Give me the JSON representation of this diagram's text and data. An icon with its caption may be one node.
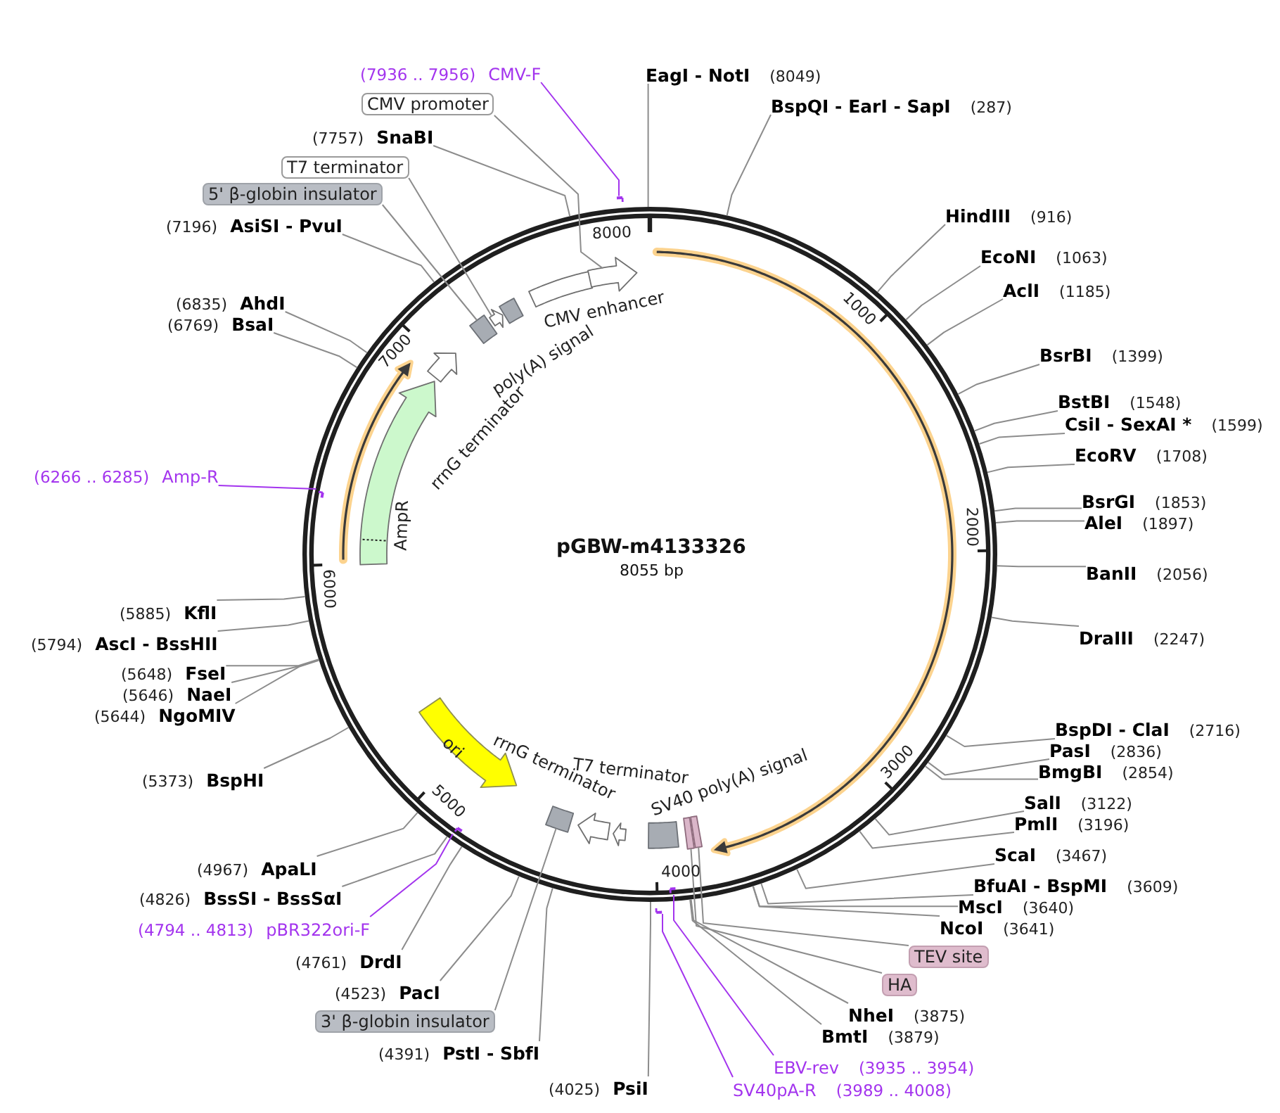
{
  "diagram": {
    "nodes": [
      {
        "text": [
          "pGBW-m4133326",
          "8055 bp"
        ]
      },
      {
        "text": [],
        "shape": "box",
        "in": 0
      },
      {
        "text": [],
        "shape": "box",
        "in": 0
      },
      {
        "text": [
          "SV40 poly(A) signal"
        ],
        "in": 0
      },
      {
        "text": [
          "T7 terminator"
        ],
        "in": 0
      },
      {
        "text": [
          "rrnG terminator"
        ],
        "in": 0
      },
      {
        "text": [],
        "shape": "box",
        "in": 0
      },
      {
        "text": [
          "ori"
        ],
        "in": 0
      },
      {
        "text": [
          "AmpR"
        ],
        "in": 0
      },
      {
        "text": [
          "rrnG terminator"
        ],
        "in": 0
      },
      {
        "text": [],
        "shape": "box",
        "in": 0
      },
      {
        "text": [],
        "shape": "arrow",
        "in": 0
      },
      {
        "text": [
          "poly(A) signal"
        ],
        "in": 0
      },
      {
        "text": [
          "CMV enhancer"
        ],
        "in": 0
      },
      {
        "text": [],
        "shape": "arrow",
        "in": 0
      },
      {
        "text": [],
        "shape": "bar",
        "in": 0
      },
      {
        "text": [],
        "shape": "bar",
        "in": 0
      },
      {
        "text": [],
        "shape": "bar",
        "in": 0
      },
      {
        "text": [],
        "shape": "bar"
      },
      {
        "text": [],
        "shape": "bar"
      },
      {
        "text": [
          "EagI - NotI",
          "(8049)"
        ]
      },
      {
        "text": [
          "BspQI - EarI - SapI",
          "(287)"
        ]
      },
      {
        "text": [
          "HindIII",
          "(916)"
        ]
      },
      {
        "text": [
          "EcoNI",
          "(1063)"
        ]
      },
      {
        "text": [
          "AclI",
          "(1185)"
        ]
      },
      {
        "text": [
          "BsrBI",
          "(1399)"
        ]
      },
      {
        "text": [
          "BstBI",
          "(1548)"
        ]
      },
      {
        "text": [
          "CsiI - SexAI *",
          "(1599)"
        ]
      },
      {
        "text": [
          "EcoRV",
          "(1708)"
        ]
      },
      {
        "text": [
          "BsrGI",
          "(1853)"
        ]
      },
      {
        "text": [
          "AleI",
          "(1897)"
        ]
      },
      {
        "text": [
          "BanII",
          "(2056)"
        ]
      },
      {
        "text": [
          "DraIII",
          "(2247)"
        ]
      },
      {
        "text": [
          "BspDI - ClaI",
          "(2716)"
        ]
      },
      {
        "text": [
          "PasI",
          "(2836)"
        ]
      },
      {
        "text": [
          "BmgBI",
          "(2854)"
        ]
      },
      {
        "text": [
          "SalI",
          "(3122)"
        ]
      },
      {
        "text": [
          "PmlI",
          "(3196)"
        ]
      },
      {
        "text": [
          "ScaI",
          "(3467)"
        ]
      },
      {
        "text": [
          "BfuAI - BspMI",
          "(3609)"
        ]
      },
      {
        "text": [
          "MscI",
          "(3640)"
        ]
      },
      {
        "text": [
          "NcoI",
          "(3641)"
        ]
      },
      {
        "text": [
          "TEV site"
        ]
      },
      {
        "text": [
          "HA"
        ]
      },
      {
        "text": [
          "NheI",
          "(3875)"
        ]
      },
      {
        "text": [
          "BmtI",
          "(3879)"
        ]
      },
      {
        "text": [
          "EBV-rev",
          "(3935 .. 3954)"
        ]
      },
      {
        "text": [
          "SV40pA-R",
          "(3989 .. 4008)"
        ]
      },
      {
        "text": [
          "(4025)",
          "PsiI"
        ]
      },
      {
        "text": [
          "(4391)",
          "PstI - SbfI"
        ]
      },
      {
        "text": [
          "3' β-globin insulator"
        ]
      },
      {
        "text": [
          "(4523)",
          "PacI"
        ]
      },
      {
        "text": [
          "(4761)",
          "DrdI"
        ]
      },
      {
        "text": [
          "(4794 .. 4813)",
          "pBR322ori-F"
        ]
      },
      {
        "text": [
          "(4826)",
          "BssSI - BssSαI"
        ]
      },
      {
        "text": [
          "(4967)",
          "ApaLI"
        ]
      },
      {
        "text": [
          "(5373)",
          "BspHI"
        ]
      },
      {
        "text": [
          "(5644)",
          "NgoMIV"
        ]
      },
      {
        "text": [
          "(5646)",
          "NaeI"
        ]
      },
      {
        "text": [
          "(5648)",
          "FseI"
        ]
      },
      {
        "text": [
          "(5794)",
          "AscI - BssHII"
        ]
      },
      {
        "text": [
          "(5885)",
          "KflI"
        ]
      },
      {
        "text": [
          "(6266 .. 6285)",
          "Amp-R"
        ]
      },
      {
        "text": [
          "(6769)",
          "BsaI"
        ]
      },
      {
        "text": [
          "(6835)",
          "AhdI"
        ]
      },
      {
        "text": [
          "(7196)",
          "AsiSI - PvuI"
        ]
      },
      {
        "text": [
          "5' β-globin insulator"
        ]
      },
      {
        "text": [
          "T7 terminator"
        ]
      },
      {
        "text": [
          "(7757)",
          "SnaBI"
        ]
      },
      {
        "text": [
          "CMV promoter"
        ]
      },
      {
        "text": [
          "(7936 .. 7956)",
          "CMV-F"
        ]
      }
    ],
    "edges": [
      {
        "from": 20,
        "to": 0,
        "arrow": "none"
      },
      {
        "from": 21,
        "to": 0,
        "arrow": "none"
      },
      {
        "from": 22,
        "to": 0,
        "arrow": "none"
      },
      {
        "from": 23,
        "to": 0,
        "arrow": "none"
      },
      {
        "from": 24,
        "to": 0,
        "arrow": "none"
      },
      {
        "from": 25,
        "to": 0,
        "arrow": "none"
      },
      {
        "from": 26,
        "to": 0,
        "arrow": "none"
      },
      {
        "from": 27,
        "to": 0,
        "arrow": "none"
      },
      {
        "from": 28,
        "to": 0,
        "arrow": "none"
      },
      {
        "from": 29,
        "to": 0,
        "arrow": "none"
      },
      {
        "from": 30,
        "to": 0,
        "arrow": "none"
      },
      {
        "from": 31,
        "to": 0,
        "arrow": "none"
      },
      {
        "from": 32,
        "to": 0,
        "arrow": "none"
      },
      {
        "from": 33,
        "to": 0,
        "arrow": "none"
      },
      {
        "from": 34,
        "to": 0,
        "arrow": "none"
      },
      {
        "from": 35,
        "to": 0,
        "arrow": "none"
      },
      {
        "from": 36,
        "to": 0,
        "arrow": "none"
      },
      {
        "from": 37,
        "to": 0,
        "arrow": "none"
      },
      {
        "from": 38,
        "to": 0,
        "arrow": "none"
      },
      {
        "from": 39,
        "to": 0,
        "arrow": "none"
      },
      {
        "from": 40,
        "to": 0,
        "arrow": "none"
      },
      {
        "from": 41,
        "to": 0,
        "arrow": "none"
      },
      {
        "from": 42,
        "to": 1,
        "arrow": "none"
      },
      {
        "from": 43,
        "to": 2,
        "arrow": "none"
      },
      {
        "from": 44,
        "to": 0,
        "arrow": "none"
      },
      {
        "from": 45,
        "to": 0,
        "arrow": "none"
      },
      {
        "from": 46,
        "to": 15,
        "arrow": "none",
        "color": "#a334ee"
      },
      {
        "from": 47,
        "to": 18,
        "arrow": "none",
        "color": "#a334ee"
      },
      {
        "from": 48,
        "to": 0,
        "arrow": "none"
      },
      {
        "from": 49,
        "to": 0,
        "arrow": "none"
      },
      {
        "from": 50,
        "to": 6,
        "arrow": "none"
      },
      {
        "from": 51,
        "to": 0,
        "arrow": "none"
      },
      {
        "from": 52,
        "to": 0,
        "arrow": "none"
      },
      {
        "from": 53,
        "to": 16,
        "arrow": "none",
        "color": "#a334ee"
      },
      {
        "from": 54,
        "to": 0,
        "arrow": "none"
      },
      {
        "from": 55,
        "to": 0,
        "arrow": "none"
      },
      {
        "from": 56,
        "to": 0,
        "arrow": "none"
      },
      {
        "from": 57,
        "to": 0,
        "arrow": "none"
      },
      {
        "from": 58,
        "to": 0,
        "arrow": "none"
      },
      {
        "from": 59,
        "to": 0,
        "arrow": "none"
      },
      {
        "from": 60,
        "to": 0,
        "arrow": "none"
      },
      {
        "from": 61,
        "to": 0,
        "arrow": "none"
      },
      {
        "from": 62,
        "to": 17,
        "arrow": "none",
        "color": "#a334ee"
      },
      {
        "from": 63,
        "to": 0,
        "arrow": "none"
      },
      {
        "from": 64,
        "to": 0,
        "arrow": "none"
      },
      {
        "from": 65,
        "to": 0,
        "arrow": "none"
      },
      {
        "from": 66,
        "to": 10,
        "arrow": "none"
      },
      {
        "from": 67,
        "to": 11,
        "arrow": "none"
      },
      {
        "from": 68,
        "to": 0,
        "arrow": "none"
      },
      {
        "from": 69,
        "to": 14,
        "arrow": "none"
      },
      {
        "from": 70,
        "to": 19,
        "arrow": "none",
        "color": "#a334ee"
      }
    ],
    "labels": [
      "1000",
      "2000",
      "3000",
      "4000",
      "5000",
      "6000",
      "7000",
      "8000"
    ]
  }
}
